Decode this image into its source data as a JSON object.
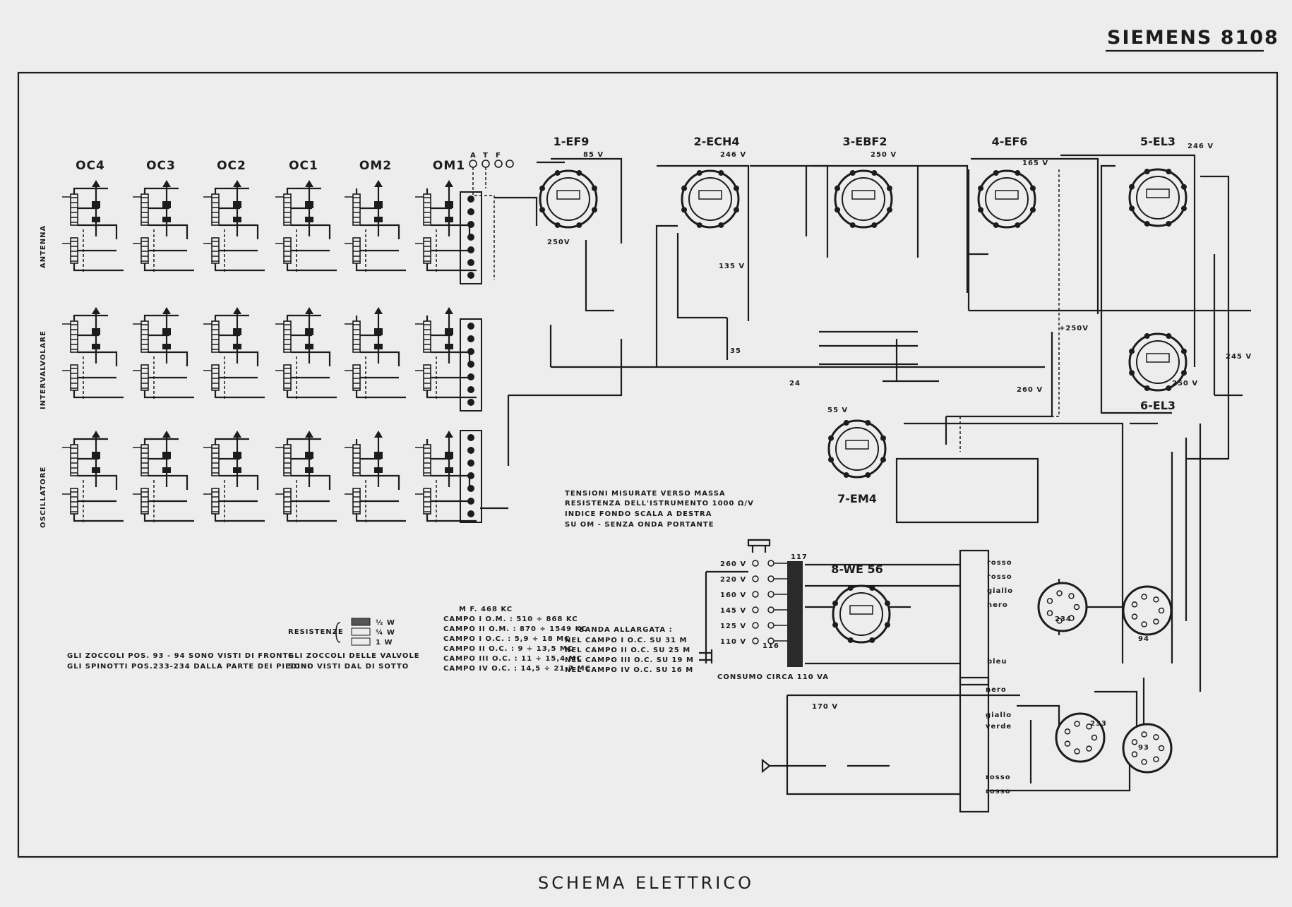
{
  "header": {
    "title": "SIEMENS 8108"
  },
  "footer": {
    "title": "SCHEMA ELETTRICO"
  },
  "bands": [
    "OC4",
    "OC3",
    "OC2",
    "OC1",
    "OM2",
    "OM1"
  ],
  "rows": [
    "ANTENNA",
    "INTERVALVOLARE",
    "OSCILLATORE"
  ],
  "switch_labels": [
    "A",
    "T",
    "F"
  ],
  "tubes": [
    {
      "label": "1-EF9",
      "voltage": "85 V"
    },
    {
      "label": "2-ECH4",
      "voltage": "246 V"
    },
    {
      "label": "3-EBF2",
      "voltage": "250 V"
    },
    {
      "label": "4-EF6",
      "voltage": "165 V"
    },
    {
      "label": "5-EL3",
      "voltage": "246 V"
    },
    {
      "label": "6-EL3",
      "voltage": "250 V"
    },
    {
      "label": "7-EM4",
      "voltage": "55 V"
    },
    {
      "label": "8-WE 56",
      "voltage": ""
    }
  ],
  "misc_voltages": [
    "250V",
    "135 V",
    "+250V",
    "245 V",
    "260 V",
    "35",
    "24",
    "246 V"
  ],
  "notes": [
    "TENSIONI MISURATE VERSO MASSA",
    "RESISTENZA DELL'ISTRUMENTO 1000 Ω/V",
    "INDICE FONDO SCALA A DESTRA",
    "SU OM - SENZA ONDA PORTANTE"
  ],
  "mf": "M F. 468 KC",
  "campi": [
    "CAMPO I O.M. : 510 ÷ 868 KC",
    "CAMPO II O.M. : 870 ÷ 1549 KC",
    "CAMPO I O.C. : 5,9 ÷ 18 MC",
    "CAMPO II O.C. : 9 ÷ 13,5 MC",
    "CAMPO III O.C. : 11 ÷ 15,4 MC",
    "CAMPO IV O.C. : 14,5 ÷ 21,7 MC"
  ],
  "banda": {
    "title": "BANDA ALLARGATA :",
    "lines": [
      "NEL CAMPO I O.C. SU 31 M",
      "NEL CAMPO II O.C. SU 25 M",
      "NEL CAMPO III O.C. SU 19 M",
      "NEL CAMPO IV O.C. SU 16 M"
    ]
  },
  "resistenze": {
    "title": "RESISTENZE",
    "ratings": [
      "½ W",
      "¼ W",
      "1 W"
    ]
  },
  "zoccoli_notes": [
    "GLI ZOCCOLI POS. 93 - 94 SONO VISTI DI FRONTE",
    "GLI SPINOTTI POS.233-234 DALLA PARTE DEI PIEDINI"
  ],
  "valvole_notes": [
    "GLI ZOCCOLI DELLE VALVOLE",
    "SONO VISTI DAL DI SOTTO"
  ],
  "mains": {
    "taps": [
      "260 V",
      "220 V",
      "160 V",
      "145 V",
      "125 V",
      "110 V"
    ],
    "consumo": "CONSUMO CIRCA 110 VA",
    "transformer": "117",
    "fuse": "116",
    "wire_colors": [
      "rosso",
      "rosso",
      "giallo",
      "nero",
      "bleu"
    ]
  },
  "lower": {
    "wire_labels": [
      "nero",
      "giallo",
      "verde",
      "rosso",
      "rosso"
    ],
    "res_value": "170 V"
  },
  "connectors": [
    "234",
    "94",
    "233",
    "93"
  ]
}
